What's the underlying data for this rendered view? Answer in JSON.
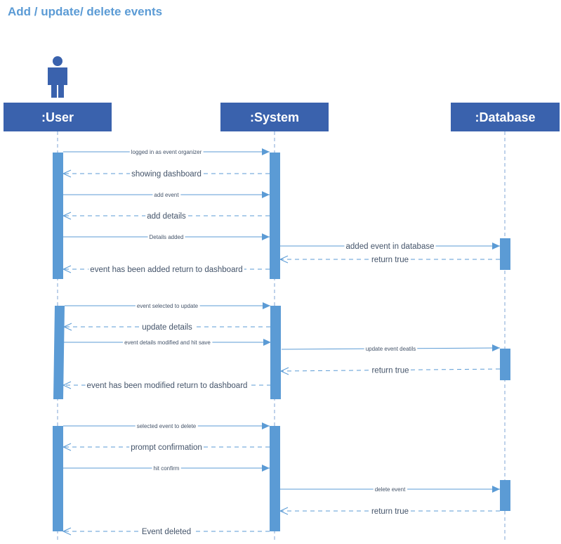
{
  "title": "Add / update/ delete events",
  "participants": [
    {
      "id": "user",
      "label": ":User",
      "actor_icon": "person-icon"
    },
    {
      "id": "system",
      "label": ":System"
    },
    {
      "id": "database",
      "label": ":Database"
    }
  ],
  "messages": [
    {
      "from": "user",
      "to": "system",
      "text": "logged in as event organizer",
      "kind": "sync"
    },
    {
      "from": "system",
      "to": "user",
      "text": "showing dashboard",
      "kind": "reply"
    },
    {
      "from": "user",
      "to": "system",
      "text": "add event",
      "kind": "sync"
    },
    {
      "from": "system",
      "to": "user",
      "text": "add details",
      "kind": "reply"
    },
    {
      "from": "user",
      "to": "system",
      "text": "Details added",
      "kind": "sync"
    },
    {
      "from": "system",
      "to": "database",
      "text": "added event in database",
      "kind": "sync"
    },
    {
      "from": "database",
      "to": "system",
      "text": "return true",
      "kind": "reply"
    },
    {
      "from": "system",
      "to": "user",
      "text": "event has been added return to dashboard",
      "kind": "reply"
    },
    {
      "from": "user",
      "to": "system",
      "text": "event selected to update",
      "kind": "sync"
    },
    {
      "from": "system",
      "to": "user",
      "text": "update details",
      "kind": "reply"
    },
    {
      "from": "user",
      "to": "system",
      "text": "event details modified and hit save",
      "kind": "sync"
    },
    {
      "from": "system",
      "to": "database",
      "text": "update event deatils",
      "kind": "sync"
    },
    {
      "from": "database",
      "to": "system",
      "text": "return true",
      "kind": "reply"
    },
    {
      "from": "system",
      "to": "user",
      "text": "event has been modified return to dashboard",
      "kind": "reply"
    },
    {
      "from": "user",
      "to": "system",
      "text": "selected event to delete",
      "kind": "sync"
    },
    {
      "from": "system",
      "to": "user",
      "text": "prompt confirmation",
      "kind": "reply"
    },
    {
      "from": "user",
      "to": "system",
      "text": "hit confirm",
      "kind": "sync"
    },
    {
      "from": "system",
      "to": "database",
      "text": "delete event",
      "kind": "sync"
    },
    {
      "from": "database",
      "to": "system",
      "text": "return true",
      "kind": "reply"
    },
    {
      "from": "system",
      "to": "user",
      "text": "Event deleted",
      "kind": "reply"
    }
  ]
}
